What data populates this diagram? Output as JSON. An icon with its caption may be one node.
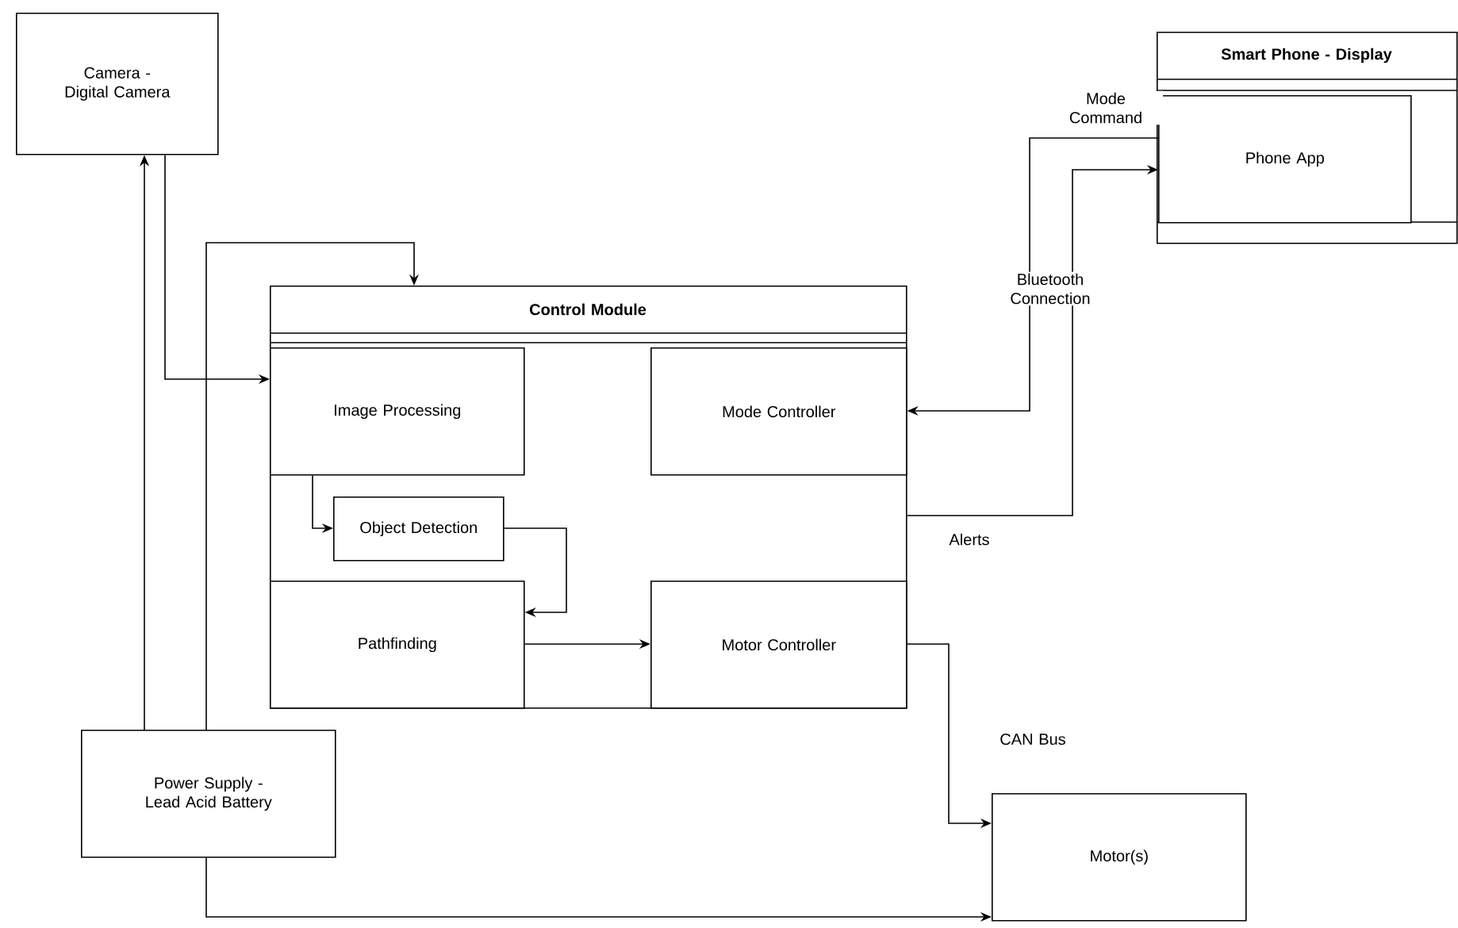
{
  "diagram": {
    "nodes": [
      {
        "text": [
          "Camera - Digital Camera"
        ]
      },
      {
        "text": [
          "Smart Phone - Display"
        ]
      },
      {
        "text": [
          "Phone App"
        ],
        "in": 1
      },
      {
        "text": [
          "Control Module"
        ]
      },
      {
        "text": [
          "Image Processing"
        ],
        "in": 3
      },
      {
        "text": [
          "Mode Controller"
        ],
        "in": 3
      },
      {
        "text": [
          "Object Detection"
        ],
        "in": 3
      },
      {
        "text": [
          "Pathfinding"
        ],
        "in": 3
      },
      {
        "text": [
          "Motor Controller"
        ],
        "in": 3
      },
      {
        "text": [
          "Power Supply - Lead Acid Battery"
        ]
      },
      {
        "text": [
          "Motor(s)"
        ]
      }
    ],
    "edges": [
      {
        "from": 9,
        "to": 0,
        "arrow": "to"
      },
      {
        "from": 9,
        "to": 3,
        "arrow": "to"
      },
      {
        "from": 0,
        "to": 4,
        "arrow": "to"
      },
      {
        "from": 2,
        "to": 5,
        "arrow": "to",
        "label": "Mode Command"
      },
      {
        "from": 3,
        "to": 2,
        "arrow": "to",
        "label": "Alerts"
      },
      {
        "from": 4,
        "to": 6,
        "arrow": "to"
      },
      {
        "from": 6,
        "to": 7,
        "arrow": "to"
      },
      {
        "from": 7,
        "to": 8,
        "arrow": "to"
      },
      {
        "from": 8,
        "to": 10,
        "arrow": "to",
        "label": "CAN Bus"
      },
      {
        "from": 9,
        "to": 10,
        "arrow": "to"
      }
    ],
    "labels": [
      "Bluetooth Connection"
    ]
  }
}
